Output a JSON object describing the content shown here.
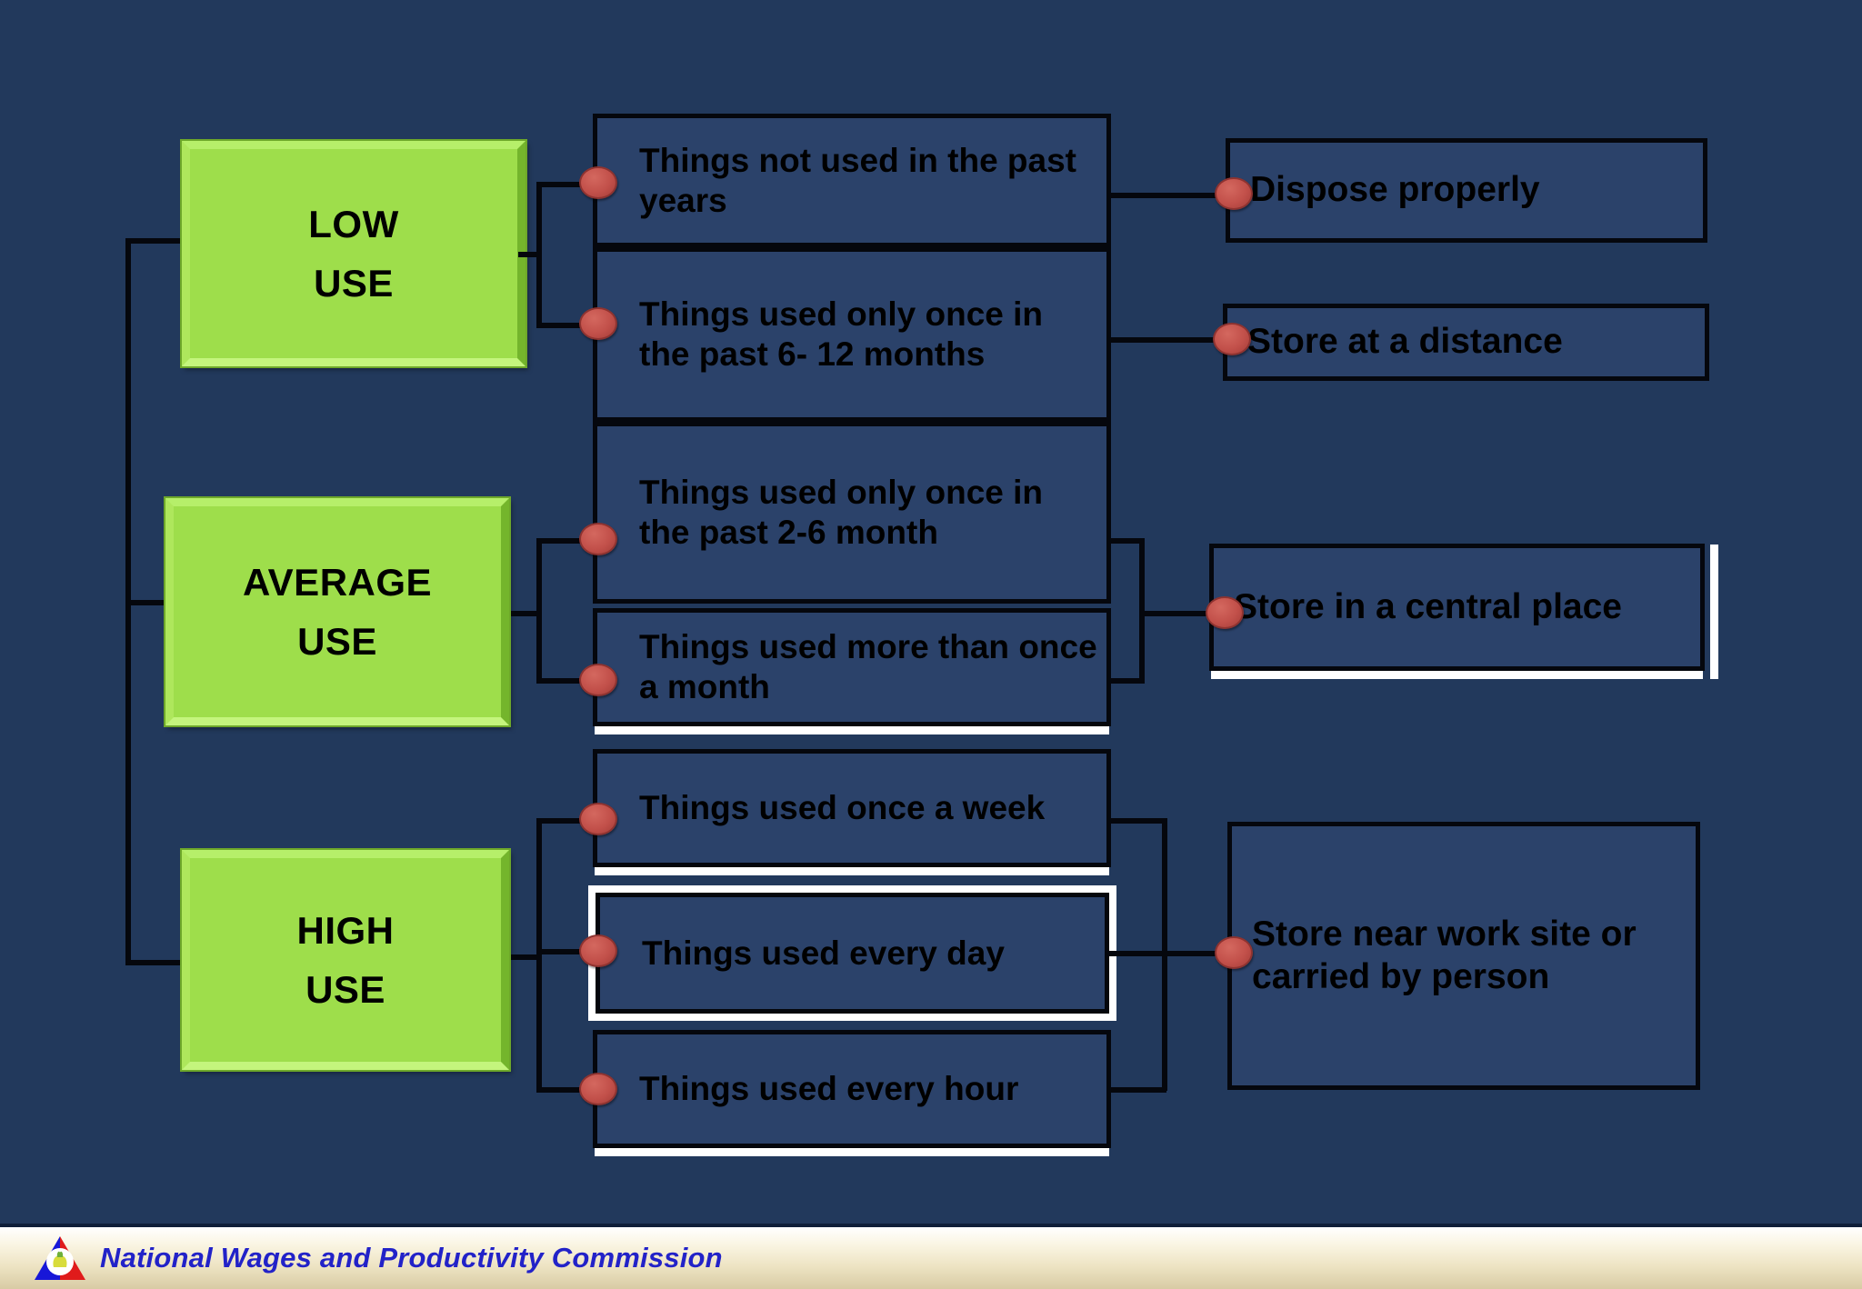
{
  "slide": {
    "background_color": "#22395c",
    "categories": [
      {
        "id": "low",
        "line1": "LOW",
        "line2": "USE"
      },
      {
        "id": "average",
        "line1": "AVERAGE",
        "line2": "USE"
      },
      {
        "id": "high",
        "line1": "HIGH",
        "line2": "USE"
      }
    ],
    "criteria": [
      {
        "id": "c1",
        "text": "Things not used in  the past years"
      },
      {
        "id": "c2",
        "text": "Things used only once in the past 6-  12 months"
      },
      {
        "id": "c3",
        "text": "Things used only  once in the past  2-6 month"
      },
      {
        "id": "c4",
        "text": "Things used more than once a month"
      },
      {
        "id": "c5",
        "text": "Things used once   a week"
      },
      {
        "id": "c6",
        "text": "Things used every day"
      },
      {
        "id": "c7",
        "text": "Things used every hour"
      }
    ],
    "actions": [
      {
        "id": "a1",
        "text": "Dispose properly"
      },
      {
        "id": "a2",
        "text": "Store at a distance"
      },
      {
        "id": "a3",
        "text": "Store in a central place"
      },
      {
        "id": "a4",
        "text": "Store near work site or carried by person"
      }
    ],
    "colors": {
      "background": "#22395c",
      "category_green": "#9ede4b",
      "box_fill": "#2b426a",
      "outline_black": "#05070d",
      "connector_dot_red": "#c2504a",
      "accent_white": "#ffffff",
      "footer_text_blue": "#2222c8"
    }
  },
  "footer": {
    "organization": "National Wages and Productivity Commission",
    "logo_name": "philippine-triangle-logo"
  }
}
